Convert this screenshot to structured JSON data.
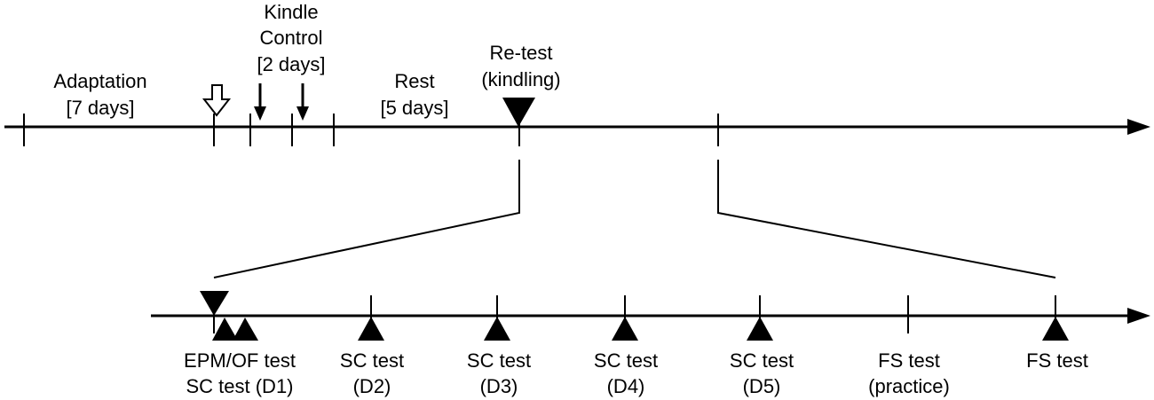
{
  "colors": {
    "ink": "#000000",
    "background": "#ffffff"
  },
  "top_timeline": {
    "labels": {
      "adaptation": "Adaptation",
      "adaptation_days": "[7 days]",
      "kindle": "Kindle",
      "control": "Control",
      "control_days": "[2 days]",
      "rest": "Rest",
      "rest_days": "[5 days]",
      "retest": "Re-test",
      "retest_sub": "(kindling)"
    }
  },
  "bottom_timeline": {
    "labels": [
      {
        "line1": "EPM/OF test",
        "line2": "SC test (D1)"
      },
      {
        "line1": "SC test",
        "line2": "(D2)"
      },
      {
        "line1": "SC test",
        "line2": "(D3)"
      },
      {
        "line1": "SC test",
        "line2": "(D4)"
      },
      {
        "line1": "SC test",
        "line2": "(D5)"
      },
      {
        "line1": "FS test",
        "line2": "(practice)"
      },
      {
        "line1": "FS test",
        "line2": ""
      }
    ]
  }
}
